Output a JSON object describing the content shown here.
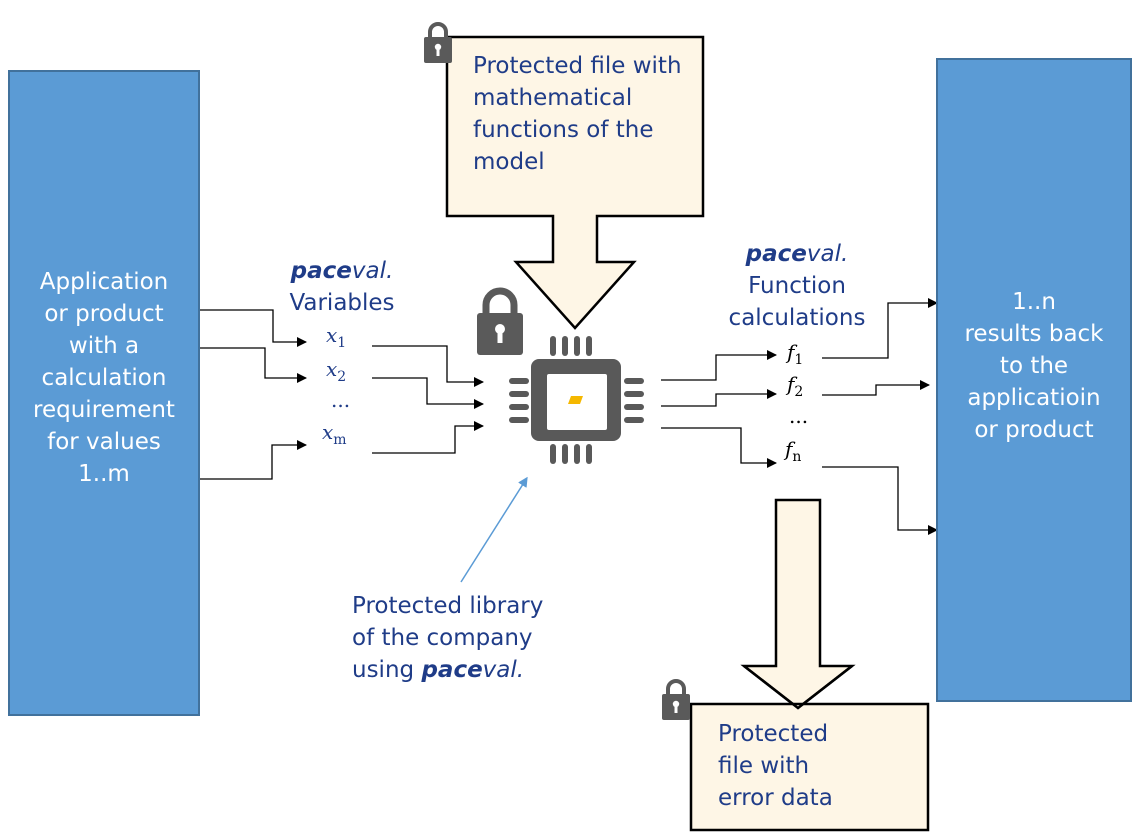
{
  "left_box": {
    "lines": [
      "Application",
      "or product",
      "with a",
      "calculation",
      "requirement",
      "for values",
      "1..m"
    ]
  },
  "right_box": {
    "lines": [
      "1..n",
      "results back",
      "to the",
      "applicatioin",
      "or product"
    ]
  },
  "top_file": {
    "lines": [
      "Protected file with",
      "mathematical",
      "functions of the",
      "model"
    ]
  },
  "bottom_file": {
    "lines": [
      "Protected",
      "file with",
      "error data"
    ]
  },
  "variables": {
    "brand_bold": "pace",
    "brand_italic": "val.",
    "label": "Variables",
    "items": [
      {
        "base": "x",
        "sub": "1"
      },
      {
        "base": "x",
        "sub": "2"
      },
      {
        "ellipsis": "..."
      },
      {
        "base": "x",
        "sub": "m"
      }
    ]
  },
  "functions": {
    "brand_bold": "pace",
    "brand_italic": "val.",
    "label_lines": [
      "Function",
      "calculations"
    ],
    "items": [
      {
        "base": "f",
        "sub": "1"
      },
      {
        "base": "f",
        "sub": "2"
      },
      {
        "ellipsis": "..."
      },
      {
        "base": "f",
        "sub": "n"
      }
    ]
  },
  "library_caption": {
    "lines": [
      "Protected library",
      "of the company"
    ],
    "last_prefix": "using ",
    "brand_bold": "pace",
    "brand_italic": "val."
  },
  "icons": [
    "lock-icon",
    "chip-icon",
    "down-arrow-icon",
    "connector-arrow-icon"
  ],
  "colors": {
    "blue_fill": "#5b9bd5",
    "blue_border": "#41719c",
    "file_fill": "#fef6e6",
    "text_blue": "#1f3c88",
    "chip": "#595959",
    "chip_accent": "#f5b800",
    "lock": "#5a5a5a"
  }
}
